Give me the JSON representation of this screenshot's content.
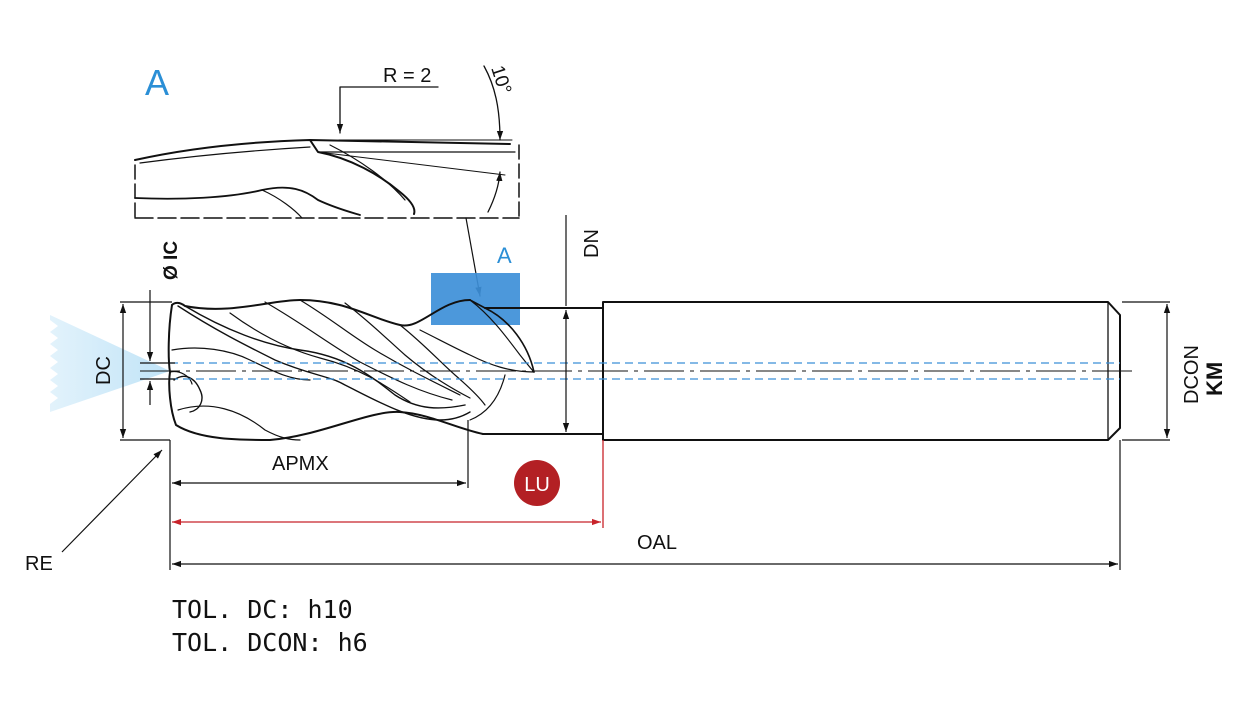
{
  "detail": {
    "view_label": "A",
    "radius_label": "R = 2",
    "angle_label": "10°",
    "callout_label": "A"
  },
  "labels": {
    "ic": "Ø IC",
    "dc": "DC",
    "dn": "DN",
    "dcon": "DCON",
    "km": "KM",
    "apmx": "APMX",
    "lu": "LU",
    "oal": "OAL",
    "re": "RE"
  },
  "tolerances": {
    "dc": "TOL. DC: h10",
    "dcon": "TOL. DCON: h6"
  },
  "colors": {
    "outline": "#111111",
    "axis": "#3a8fd6",
    "callout_fill": "#3d8fd8",
    "callout_text": "#2b8fd6",
    "lu_badge": "#b32024",
    "lu_line": "#c8232a",
    "coolant": "#bfe3f7"
  }
}
